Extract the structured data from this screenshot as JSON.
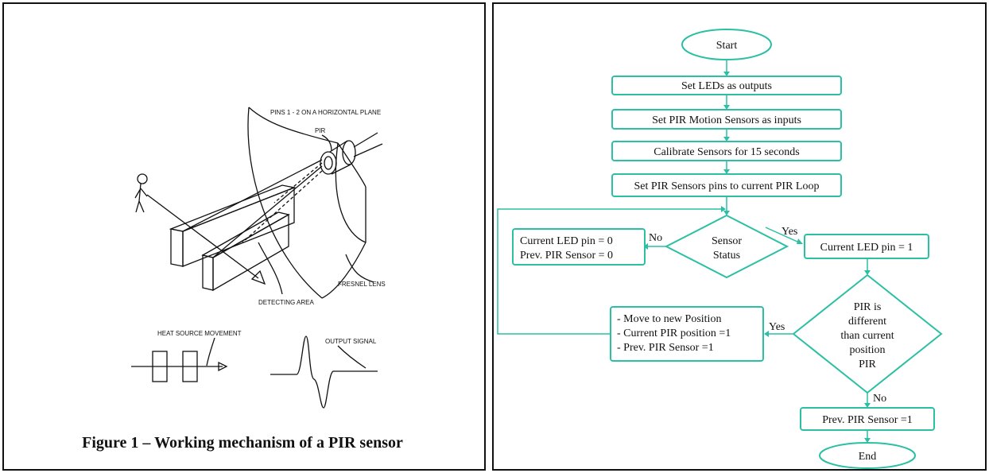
{
  "figure": {
    "labels": {
      "pins": "PINS 1 - 2 ON A HORIZONTAL PLANE",
      "pir": "PIR",
      "fresnel": "FRESNEL LENS",
      "detecting": "DETECTING AREA",
      "heat_source": "HEAT SOURCE MOVEMENT",
      "output_signal": "OUTPUT SIGNAL"
    },
    "caption": "Figure 1 – Working mechanism of a PIR sensor"
  },
  "flowchart": {
    "start": "Start",
    "set_leds": "Set LEDs as outputs",
    "set_pir": "Set PIR Motion Sensors as inputs",
    "calibrate": "Calibrate Sensors for 15 seconds",
    "set_pins": "Set PIR Sensors pins to current PIR Loop",
    "sensor_status": [
      "Sensor",
      "Status"
    ],
    "no_box": [
      "Current LED pin = 0",
      "Prev. PIR Sensor = 0"
    ],
    "led_on": "Current LED pin = 1",
    "pir_different": [
      "PIR is",
      "different",
      "than current",
      "position",
      "PIR"
    ],
    "move_box": [
      "- Move to new Position",
      "- Current PIR position =1",
      "- Prev. PIR Sensor =1"
    ],
    "prev_one": "Prev. PIR Sensor =1",
    "end": "End",
    "yes": "Yes",
    "no": "No",
    "colors": {
      "accent": "#2bbfa4"
    }
  }
}
